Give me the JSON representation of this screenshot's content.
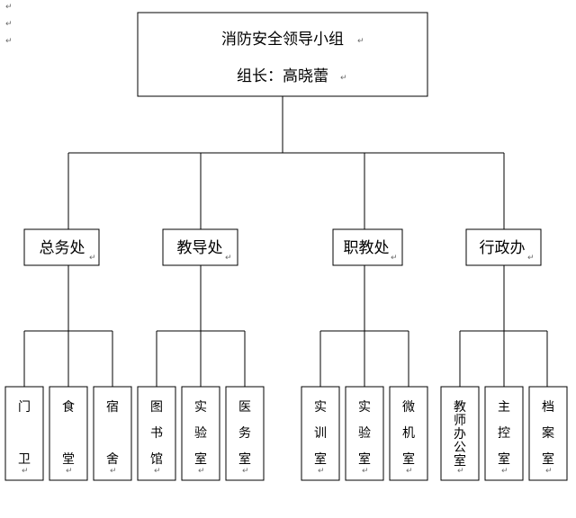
{
  "top": {
    "title": "消防安全领导小组",
    "leader": "组长：高晓蕾"
  },
  "departments": [
    {
      "label": "总务处",
      "units": [
        "门卫",
        "食堂",
        "宿舍"
      ]
    },
    {
      "label": "教导处",
      "units": [
        "图书馆",
        "实验室",
        "医务室"
      ]
    },
    {
      "label": "职教处",
      "units": [
        "实训室",
        "实验室",
        "微机室"
      ]
    },
    {
      "label": "行政办",
      "units": [
        "教师办公室",
        "主控室",
        "档案室"
      ]
    }
  ],
  "paragraph_mark": "↵"
}
